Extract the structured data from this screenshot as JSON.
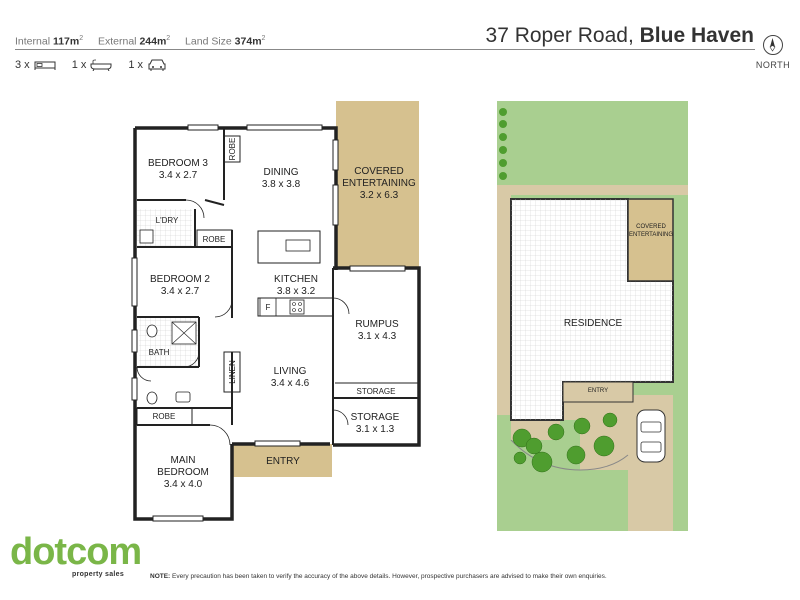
{
  "header": {
    "stats": [
      {
        "label": "Internal",
        "value": "117m",
        "sup": "2"
      },
      {
        "label": "External",
        "value": "244m",
        "sup": "2"
      },
      {
        "label": "Land Size",
        "value": "374m",
        "sup": "2"
      }
    ],
    "address_street": "37 Roper Road,",
    "address_suburb": "Blue Haven",
    "north_label": "NORTH",
    "room_counts": [
      {
        "count": "3 x",
        "icon": "bed-icon"
      },
      {
        "count": "1 x",
        "icon": "bathtub-icon"
      },
      {
        "count": "1 x",
        "icon": "car-icon"
      }
    ]
  },
  "floorplan": {
    "rooms": [
      {
        "name": "BEDROOM 3",
        "size": "3.4 x 2.7"
      },
      {
        "name": "DINING",
        "size": "3.8 x 3.8"
      },
      {
        "name": "COVERED",
        "name2": "ENTERTAINING",
        "size": "3.2 x 6.3"
      },
      {
        "name": "BEDROOM 2",
        "size": "3.4 x 2.7"
      },
      {
        "name": "KITCHEN",
        "size": "3.8 x 3.2"
      },
      {
        "name": "RUMPUS",
        "size": "3.1 x 4.3"
      },
      {
        "name": "LIVING",
        "size": "3.4 x 4.6"
      },
      {
        "name": "STORAGE",
        "size": "3.1 x 1.3"
      },
      {
        "name": "MAIN",
        "name2": "BEDROOM",
        "size": "3.4 x 4.0"
      }
    ],
    "small_labels": {
      "robe_top": "ROBE",
      "ldry": "L'DRY",
      "robe_mid": "ROBE",
      "bath": "BATH",
      "linen": "LINEN",
      "robe_bottom": "ROBE",
      "storage_strip": "STORAGE",
      "entry": "ENTRY",
      "fridge": "F"
    }
  },
  "siteplan": {
    "covered_line1": "COVERED",
    "covered_line2": "ENTERTAINING",
    "residence": "RESIDENCE",
    "entry": "ENTRY"
  },
  "colors": {
    "grass": "#a9cf90",
    "paving": "#d8c9a6",
    "entertain": "#d6c18f",
    "tree": "#4f9d2f",
    "accent": "#7ab648"
  },
  "footer": {
    "logo_word": "dotcom",
    "logo_sub": "property sales",
    "note_label": "NOTE:",
    "note_text": " Every precaution has been taken to verify the accuracy of the above details. However, prospective purchasers are advised to make their own enquiries."
  }
}
